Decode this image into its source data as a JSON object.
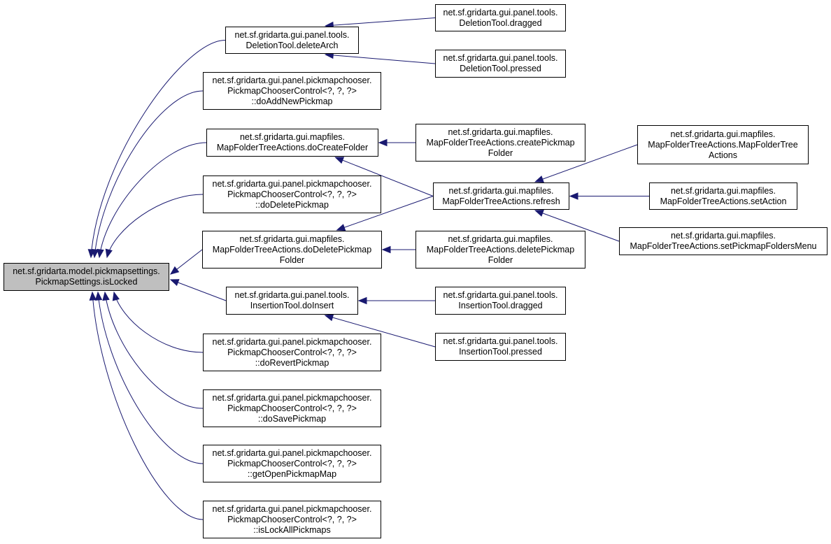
{
  "root": {
    "label": "net.sf.gridarta.model.pickmapsettings.\nPickmapSettings.isLocked"
  },
  "nodes": {
    "deleteArch": "net.sf.gridarta.gui.panel.tools.\nDeletionTool.deleteArch",
    "doAddNewPickmap": "net.sf.gridarta.gui.panel.pickmapchooser.\nPickmapChooserControl<?, ?, ?>\n::doAddNewPickmap",
    "doCreateFolder": "net.sf.gridarta.gui.mapfiles.\nMapFolderTreeActions.doCreateFolder",
    "doDeletePickmap": "net.sf.gridarta.gui.panel.pickmapchooser.\nPickmapChooserControl<?, ?, ?>\n::doDeletePickmap",
    "doDeletePickmapFolder": "net.sf.gridarta.gui.mapfiles.\nMapFolderTreeActions.doDeletePickmap\nFolder",
    "doInsert": "net.sf.gridarta.gui.panel.tools.\nInsertionTool.doInsert",
    "doRevertPickmap": "net.sf.gridarta.gui.panel.pickmapchooser.\nPickmapChooserControl<?, ?, ?>\n::doRevertPickmap",
    "doSavePickmap": "net.sf.gridarta.gui.panel.pickmapchooser.\nPickmapChooserControl<?, ?, ?>\n::doSavePickmap",
    "getOpenPickmapMap": "net.sf.gridarta.gui.panel.pickmapchooser.\nPickmapChooserControl<?, ?, ?>\n::getOpenPickmapMap",
    "isLockAllPickmaps": "net.sf.gridarta.gui.panel.pickmapchooser.\nPickmapChooserControl<?, ?, ?>\n::isLockAllPickmaps",
    "delDragged": "net.sf.gridarta.gui.panel.tools.\nDeletionTool.dragged",
    "delPressed": "net.sf.gridarta.gui.panel.tools.\nDeletionTool.pressed",
    "createPickmapFolder": "net.sf.gridarta.gui.mapfiles.\nMapFolderTreeActions.createPickmap\nFolder",
    "refresh": "net.sf.gridarta.gui.mapfiles.\nMapFolderTreeActions.refresh",
    "deletePickmapFolder": "net.sf.gridarta.gui.mapfiles.\nMapFolderTreeActions.deletePickmap\nFolder",
    "insDragged": "net.sf.gridarta.gui.panel.tools.\nInsertionTool.dragged",
    "insPressed": "net.sf.gridarta.gui.panel.tools.\nInsertionTool.pressed",
    "mapFolderTreeActions": "net.sf.gridarta.gui.mapfiles.\nMapFolderTreeActions.MapFolderTree\nActions",
    "setAction": "net.sf.gridarta.gui.mapfiles.\nMapFolderTreeActions.setAction",
    "setPickmapFoldersMenu": "net.sf.gridarta.gui.mapfiles.\nMapFolderTreeActions.setPickmapFoldersMenu"
  },
  "edges": [
    [
      "deleteArch",
      "root"
    ],
    [
      "doAddNewPickmap",
      "root"
    ],
    [
      "doCreateFolder",
      "root"
    ],
    [
      "doDeletePickmap",
      "root"
    ],
    [
      "doDeletePickmapFolder",
      "root"
    ],
    [
      "doInsert",
      "root"
    ],
    [
      "doRevertPickmap",
      "root"
    ],
    [
      "doSavePickmap",
      "root"
    ],
    [
      "getOpenPickmapMap",
      "root"
    ],
    [
      "isLockAllPickmaps",
      "root"
    ],
    [
      "delDragged",
      "deleteArch"
    ],
    [
      "delPressed",
      "deleteArch"
    ],
    [
      "createPickmapFolder",
      "doCreateFolder"
    ],
    [
      "refresh",
      "doCreateFolder"
    ],
    [
      "refresh",
      "doDeletePickmapFolder"
    ],
    [
      "deletePickmapFolder",
      "doDeletePickmapFolder"
    ],
    [
      "insDragged",
      "doInsert"
    ],
    [
      "insPressed",
      "doInsert"
    ],
    [
      "mapFolderTreeActions",
      "refresh"
    ],
    [
      "setAction",
      "refresh"
    ],
    [
      "setPickmapFoldersMenu",
      "refresh"
    ]
  ],
  "colors": {
    "edge": "#191970",
    "root_fill": "#bfbfbf",
    "node_fill": "#ffffff",
    "border": "#000000"
  }
}
